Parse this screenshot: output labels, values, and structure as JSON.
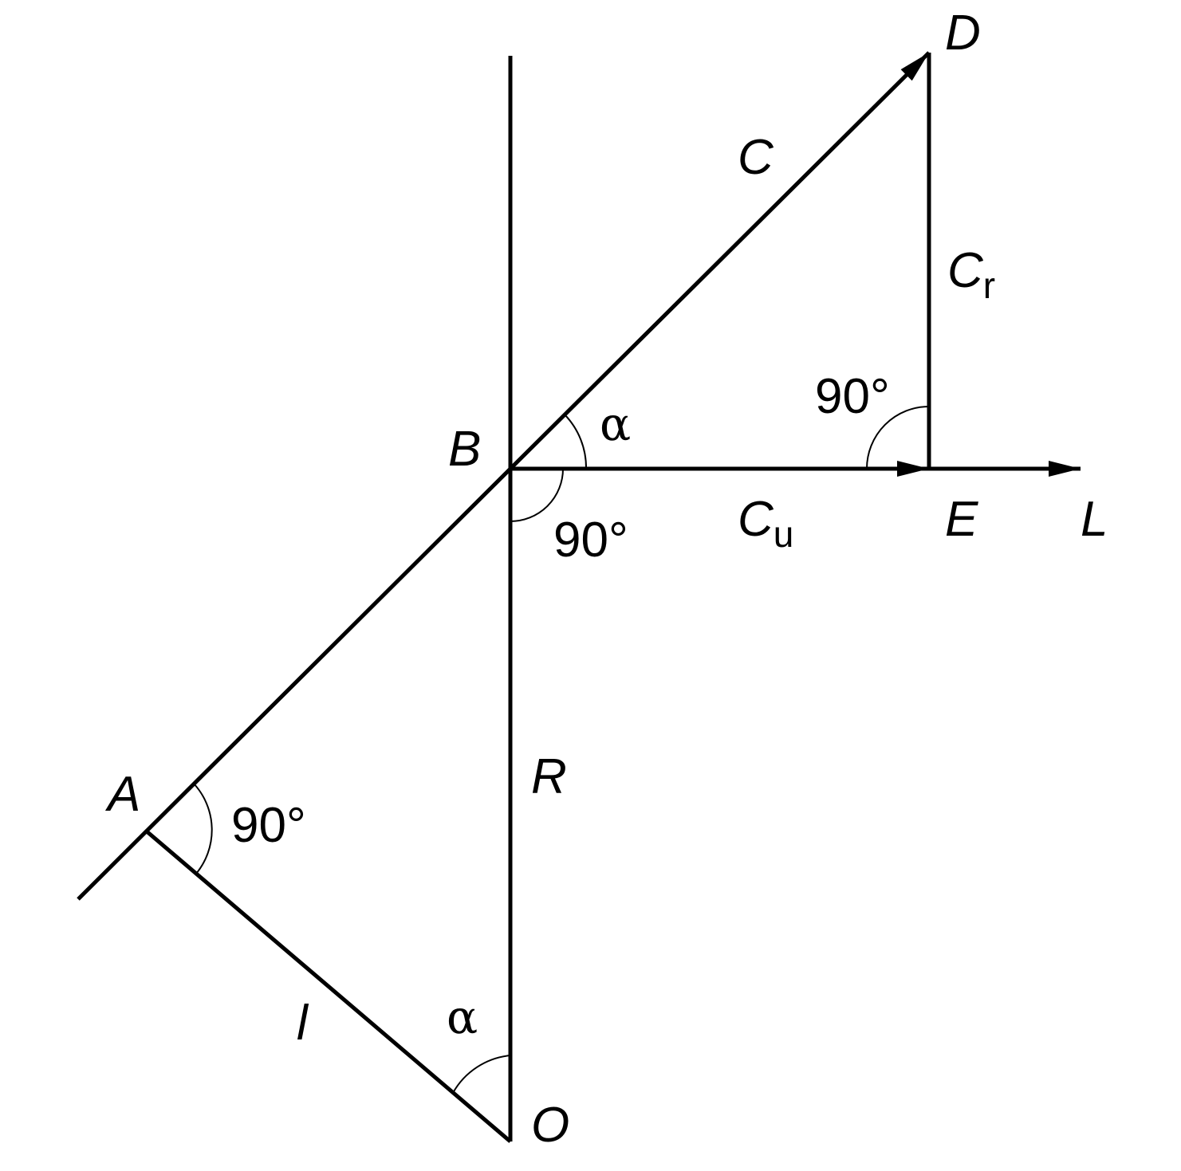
{
  "labels": {
    "D": "D",
    "C": "C",
    "Cr_main": "C",
    "Cr_sub": "r",
    "B": "B",
    "Cu_main": "C",
    "Cu_sub": "u",
    "E": "E",
    "L": "L",
    "A": "A",
    "R": "R",
    "l": "l",
    "O": "O",
    "alpha_B": "α",
    "alpha_O": "α",
    "angle_E": "90°",
    "angle_B": "90°",
    "angle_A": "90°"
  },
  "colors": {
    "line": "#000000",
    "background": "#ffffff"
  }
}
